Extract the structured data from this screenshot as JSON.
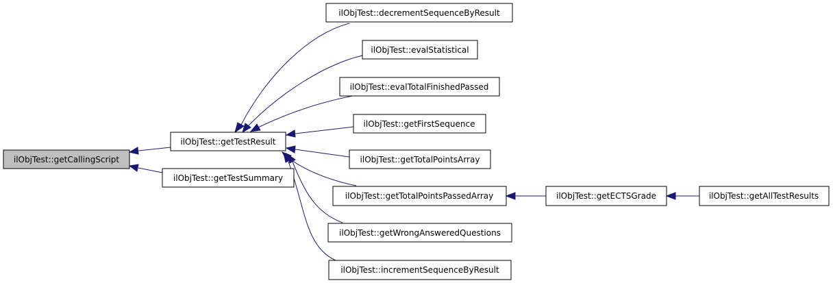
{
  "nodes": {
    "getCallingScript": "ilObjTest::getCallingScript",
    "getTestResult": "ilObjTest::getTestResult",
    "getTestSummary": "ilObjTest::getTestSummary",
    "decrementSequenceByResult": "ilObjTest::decrementSequenceByResult",
    "evalStatistical": "ilObjTest::evalStatistical",
    "evalTotalFinishedPassed": "ilObjTest::evalTotalFinishedPassed",
    "getFirstSequence": "ilObjTest::getFirstSequence",
    "getTotalPointsArray": "ilObjTest::getTotalPointsArray",
    "getTotalPointsPassedArray": "ilObjTest::getTotalPointsPassedArray",
    "getECTSGrade": "ilObjTest::getECTSGrade",
    "getAllTestResults": "ilObjTest::getAllTestResults",
    "getWrongAnsweredQuestions": "ilObjTest::getWrongAnsweredQuestions",
    "incrementSequenceByResult": "ilObjTest::incrementSequenceByResult"
  },
  "edges": [
    {
      "from": "getTestResult",
      "to": "getCallingScript"
    },
    {
      "from": "getTestSummary",
      "to": "getCallingScript"
    },
    {
      "from": "decrementSequenceByResult",
      "to": "getTestResult"
    },
    {
      "from": "evalStatistical",
      "to": "getTestResult"
    },
    {
      "from": "evalTotalFinishedPassed",
      "to": "getTestResult"
    },
    {
      "from": "getFirstSequence",
      "to": "getTestResult"
    },
    {
      "from": "getTotalPointsArray",
      "to": "getTestResult"
    },
    {
      "from": "getTotalPointsPassedArray",
      "to": "getTestResult"
    },
    {
      "from": "getWrongAnsweredQuestions",
      "to": "getTestResult"
    },
    {
      "from": "incrementSequenceByResult",
      "to": "getTestResult"
    },
    {
      "from": "getECTSGrade",
      "to": "getTotalPointsPassedArray"
    },
    {
      "from": "getAllTestResults",
      "to": "getECTSGrade"
    }
  ],
  "colors": {
    "edge": "#191970",
    "highlight_fill": "#bfbfbf",
    "node_fill": "#ffffff",
    "node_stroke": "#000000"
  }
}
